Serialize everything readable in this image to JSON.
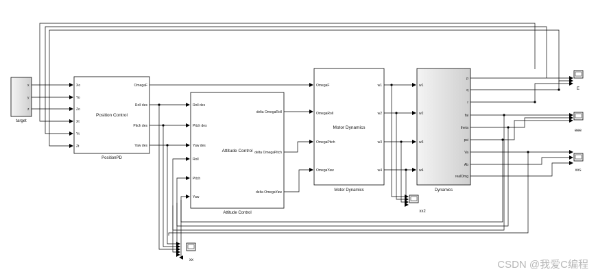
{
  "target": {
    "label": "target",
    "outputs": [
      "x",
      "y",
      "z"
    ]
  },
  "position_control": {
    "title": "Position Control",
    "label": "PositionPD",
    "inputs": [
      "Xo",
      "Yo",
      "Zo",
      "Xt",
      "Yt",
      "Zt"
    ],
    "outputs": [
      "OmegaF",
      "Roll des",
      "Pitch des",
      "Yaw des"
    ]
  },
  "attitude_control": {
    "title": "Attitude Control",
    "label": "Attitude Control",
    "inputs": [
      "Roll des",
      "Pitch des",
      "Yaw des",
      "Roll",
      "Pitch",
      "Yaw"
    ],
    "outputs": [
      "delta OmegaRoll",
      "delta OmegaPitch",
      "delta OmegaYaw"
    ]
  },
  "motor_dynamics": {
    "title": "Motor Dynamics",
    "label": "Motor Dynamics",
    "inputs": [
      "OmegaF",
      "OmegaRoll",
      "OmegaPitch",
      "OmegaYaw"
    ],
    "outputs": [
      "w1",
      "w2",
      "w3",
      "w4"
    ]
  },
  "dynamics": {
    "label": "Dynamics",
    "inputs": [
      "w1",
      "w2",
      "w3",
      "w4"
    ],
    "outputs": [
      "p",
      "q",
      "r",
      "fai",
      "theta",
      "psi",
      "Va",
      "Ab",
      "realOmg"
    ]
  },
  "scopes": {
    "E": "E",
    "eee": "eee",
    "xxs": "xxs",
    "xx2": "xx2",
    "xx": "xx"
  },
  "watermark": "CSDN @我爱C编程"
}
